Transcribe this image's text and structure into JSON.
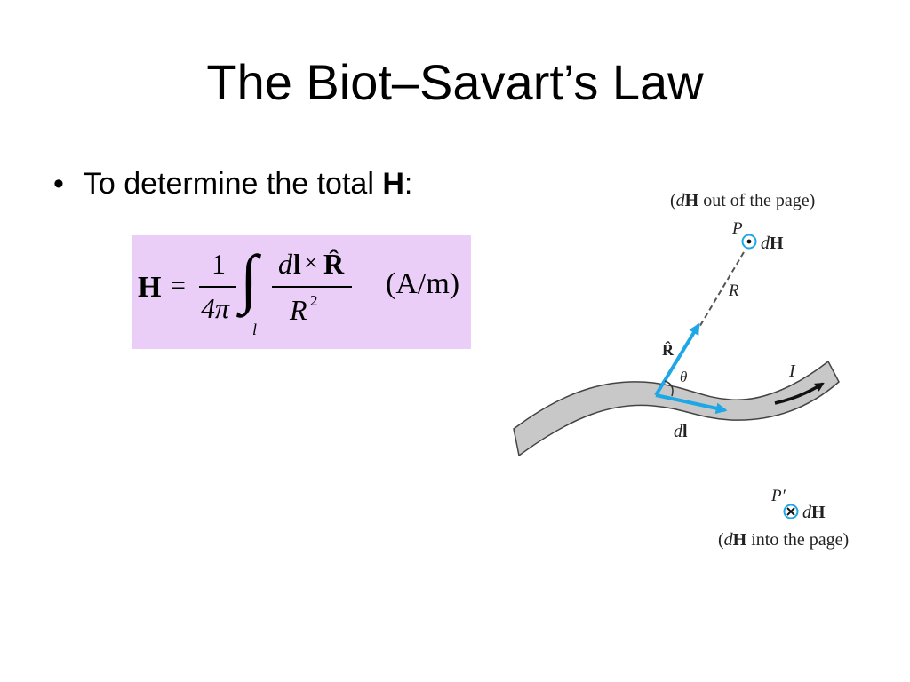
{
  "slide": {
    "title": "The Biot–Savart’s Law",
    "bullet": {
      "marker": "•",
      "text": "To determine the total ",
      "bold": "H",
      "suffix": ":"
    }
  },
  "equation": {
    "lhs": "H",
    "equals": "=",
    "coef_num": "1",
    "coef_den": "4π",
    "integral": "∫",
    "limit": "l",
    "num_d": "d",
    "num_l": "l",
    "times": "×",
    "num_rhat": "R̂",
    "den_R": "R",
    "den_exp": "2",
    "units": "(A/m)",
    "box_color": "#eacef8"
  },
  "diagram": {
    "top_caption_open": "(",
    "top_caption_d": "d",
    "top_caption_H": "H",
    "top_caption_rest": " out of the page)",
    "point_P": "P",
    "dH_d": "d",
    "dH_H": "H",
    "label_R": "R",
    "label_Rhat": "R̂",
    "label_theta": "θ",
    "label_I": "I",
    "label_dl_d": "d",
    "label_dl_l": "l",
    "point_Pprime": "P′",
    "bottom_caption_open": "(",
    "bottom_caption_d": "d",
    "bottom_caption_H": "H",
    "bottom_caption_rest": " into the page)",
    "vector_color": "#1ea7e6",
    "wire_fill": "#c8c8c8"
  }
}
